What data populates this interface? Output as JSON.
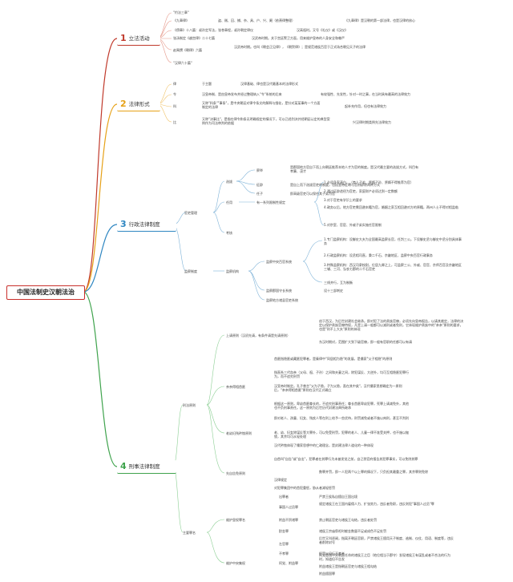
{
  "root": "中国法制史汉朝法治",
  "branches": [
    {
      "num": "1",
      "label": "立法活动",
      "color": "#c0392b"
    },
    {
      "num": "2",
      "label": "法律形式",
      "color": "#e6a117"
    },
    {
      "num": "3",
      "label": "行政法律制度",
      "color": "#2e86c1"
    },
    {
      "num": "4",
      "label": "刑事法律制度",
      "color": "#3fa34d"
    }
  ],
  "b1": {
    "l1": "\"约法三章\"",
    "l2a": "《九章律》",
    "l2b": "盗、贼、囚、捕、杂、具、户、兴、厩（依萧律整理）",
    "l2c": "《九章律》是汉朝的第一部法律，也是汉律的核心",
    "l3a": "《傍章》十八篇：叔孙定军法，张苍章程，叔孙朝定律仪",
    "l3b": "汉高祖时。又号《礼仪》或《汉仪》",
    "l4a": "张汤制定《越宫律》二十七篇",
    "l4b": "汉武帝时期。关于宫廷警卫方面，用来维护皇帝的人身安全和尊严",
    "l5a": "赵禹撰《朝律》六篇",
    "l5b": "汉武帝时期。也叫《朝会正见律》，《朝贺律》；是规范诸侯百官于正式场合朝见天子的法律",
    "l6": "\"汉律六十篇\""
  },
  "b2": {
    "rows": [
      {
        "k": "律",
        "a": "于主题",
        "b": "汉律基础、律也是汉代最基本的法律形式"
      },
      {
        "k": "令",
        "a": "汉皇帝制、是由皇帝发布并经过整理纳入\"令\"系统的后来",
        "b": "有较强性、先发性，针对一时之事，在当时具有最高的法律效力"
      },
      {
        "k": "科",
        "a": "又称\"科条\"\"事条\"，是中央朝廷对律令条文的解释与细化，是针对某某事的一个方面制定的法律",
        "b": "起补充作用，但也有法律效力"
      },
      {
        "k": "比",
        "a": "又称\"决事比\"，是指在律令和条无明确规定的情况下，可以已经判决并经朝廷认定的典型案例作为司法审判的依据",
        "b": "兴汉律时期类例先法律效力"
      }
    ]
  },
  "b3": {
    "guanli": "官吏管理",
    "xuanba": "选拔",
    "cj": "察举",
    "cjd": "是郡国地方官自下而上向朝廷推荐本地人才为官的制度。是汉代最主要的选拔方式，科目有孝廉、茂才",
    "zp": "征辟",
    "zpd": "是自上而下选拔官吏的制度，包括皇帝征聘与官府辟除两种方式",
    "rz": "任子",
    "rzd": "即高级官吏可以保任其子弟为官",
    "renyong": "任用",
    "renyong2": "有一系列限制性规定",
    "ry": [
      "1.必须身家清白，（商人子弟、赘婿子孙、赘婿不得推荐为官）",
      "2.通过征辟途径为官吏，家庭财产必须达到一定数额",
      "3.对于官吏有学识上的要求",
      "4.政务以后，地方官吏需回避本籍为官，婚姻之家互相回避对方的原籍，两州人士不得对相监临",
      "5.对宗室、官宦、外戚子弟实施任官限制"
    ],
    "kaohe": "考核",
    "jiancha": "监察制度",
    "jcjg": "监察机构",
    "zhongyang": "监察中央百官系统",
    "zy": [
      "1.专门监察机构：设御史大夫为全国最高监察长官，任判三公。下设御史丞与御史中丞分别具体事务",
      "2.行政监察机构：设丞相司直，秉二千石、京畿地区、监察中央百官行政事务",
      "3.特殊监察机构：西汉司隶校尉，位居九卿之上，可监察三公、外戚、官官、京师百官及京畿地区三辅、三河、弘农七郡的二千石官吏"
    ],
    "sanji": "三线并行，互为制衡",
    "junguo": "监察郡国守长系统",
    "junguo2": "设十三部刺史",
    "difang": "监察地方诸县官吏系统"
  },
  "b4": {
    "sifa": "刑法原则",
    "shangqing": "上请原则（汉初先请，有条件请是先请原则）",
    "sq1": "创于西汉，为后世封建社会继承。即对犯了法的贵族官僚，必须先向皇帝报告，以请其裁定，法律的决定以保护贵族官僚特权，凡是上请一般都可以减刑或者免刑，它体现维护贵族中的\"亲亲\"原则的要求，也是\"刑不上大夫\"原则的体现",
    "sq2": "东汉时期对，范围扩大到下级官僚，即一般有官职的任都可以有请",
    "qinqin": "亲亲得相首匿",
    "qq1": "首匿指隐匿或藏匿犯罪者，是秦律中\"同居相为隐\"的发展，是儒家\"父子相隐\"的原则",
    "qq2": "指直系三代血亲（父母、祖、子孙）之间和夫妻之间，除犯谋反、大逆外，均可互相隐匿犯罪行为，而不追究刑罚",
    "qq3": "汉宣帝时制定。孔子曾言\"父为子隐，子为父隐，直在其中矣\"，汉代儒家思想确定为一原则后，\"亲亲得相首匿\"原则在汉代正式确立",
    "qq4": "根据这一原则，卑幼首匿尊长的，不追究刑事责任；尊长首匿卑幼犯罪，死罪上请减免外，其他也不负刑事责任。这一原则为后世历代封建法典所继承",
    "laoyou": "老幼妇残矜恤原则",
    "ly1": "即对老人、孩童、妇女、残疾人等在刑上给予一些优待，刑罚减免或者不施以肉刑，甚至不判刑",
    "ly2": "老、幼、妇女除谋反等大罪外，可以免受刑罚，犯罪的老人、儿童一律不准受关押，也不施以枷锁，其余均可从轻处理",
    "ly3": "汉代矜恤体现了儒家思想中的仁政理念，是封建法律人道化的一种体现",
    "zishou": "先自告免原则",
    "zs1": "自首叫\"自告\"或\"自出\"，犯罪者在其罪行为未被发觉之前，自己到官府报告其犯罪事实，可以免除其罪",
    "zs2": "汉律规定",
    "zs3": "数罪并罚，即一人犯两个以上罪的情况下，只负担其最重之罪，其余罪则免除",
    "zs4": "对犯罪集团中的首犯重惩，胁从者减轻惩罚",
    "zhuyao": "主要罪名",
    "weihuang": "维护皇权罪名",
    "wh": [
      {
        "k": "出罪者",
        "d": "严禁王侯私自擅自王国出境"
      },
      {
        "k": "事国人过员罪",
        "d": "规定诸侯王在王国内雇佣人力、扩张势力，违反者免职，违反则犯\"事国人过员\"罪"
      },
      {
        "k": "附益不贸诸罪",
        "d": "禁止朝廷官吏与诸侯王勾结，违反者处罚"
      },
      {
        "k": "酎金罪",
        "d": "诸侯王宗庙祭祀时献金数量不足或成色不足处罚"
      },
      {
        "k": "左官罪",
        "d": "后世又叫逐阙，指离开朝廷官职，严禁诸侯王擅用天子制度、逾制、仪仗、用语、制度等，违反者削除封号"
      },
      {
        "k": "不孝罪",
        "d": "惩罚父母行不孝者"
      }
    ],
    "weihu": "维护中央集权",
    "wh2": "阿党、附益罪",
    "wh3": "阿党是指中央朝廷任命的诸侯王之臣（地位相当于郡守）发现诸侯王有谋乱或者不合法的行为时，知道但不告发",
    "wh4": "附益诸侯王是指朝廷官吏与诸侯王相勾结",
    "wh5": "附益擅国罪"
  }
}
